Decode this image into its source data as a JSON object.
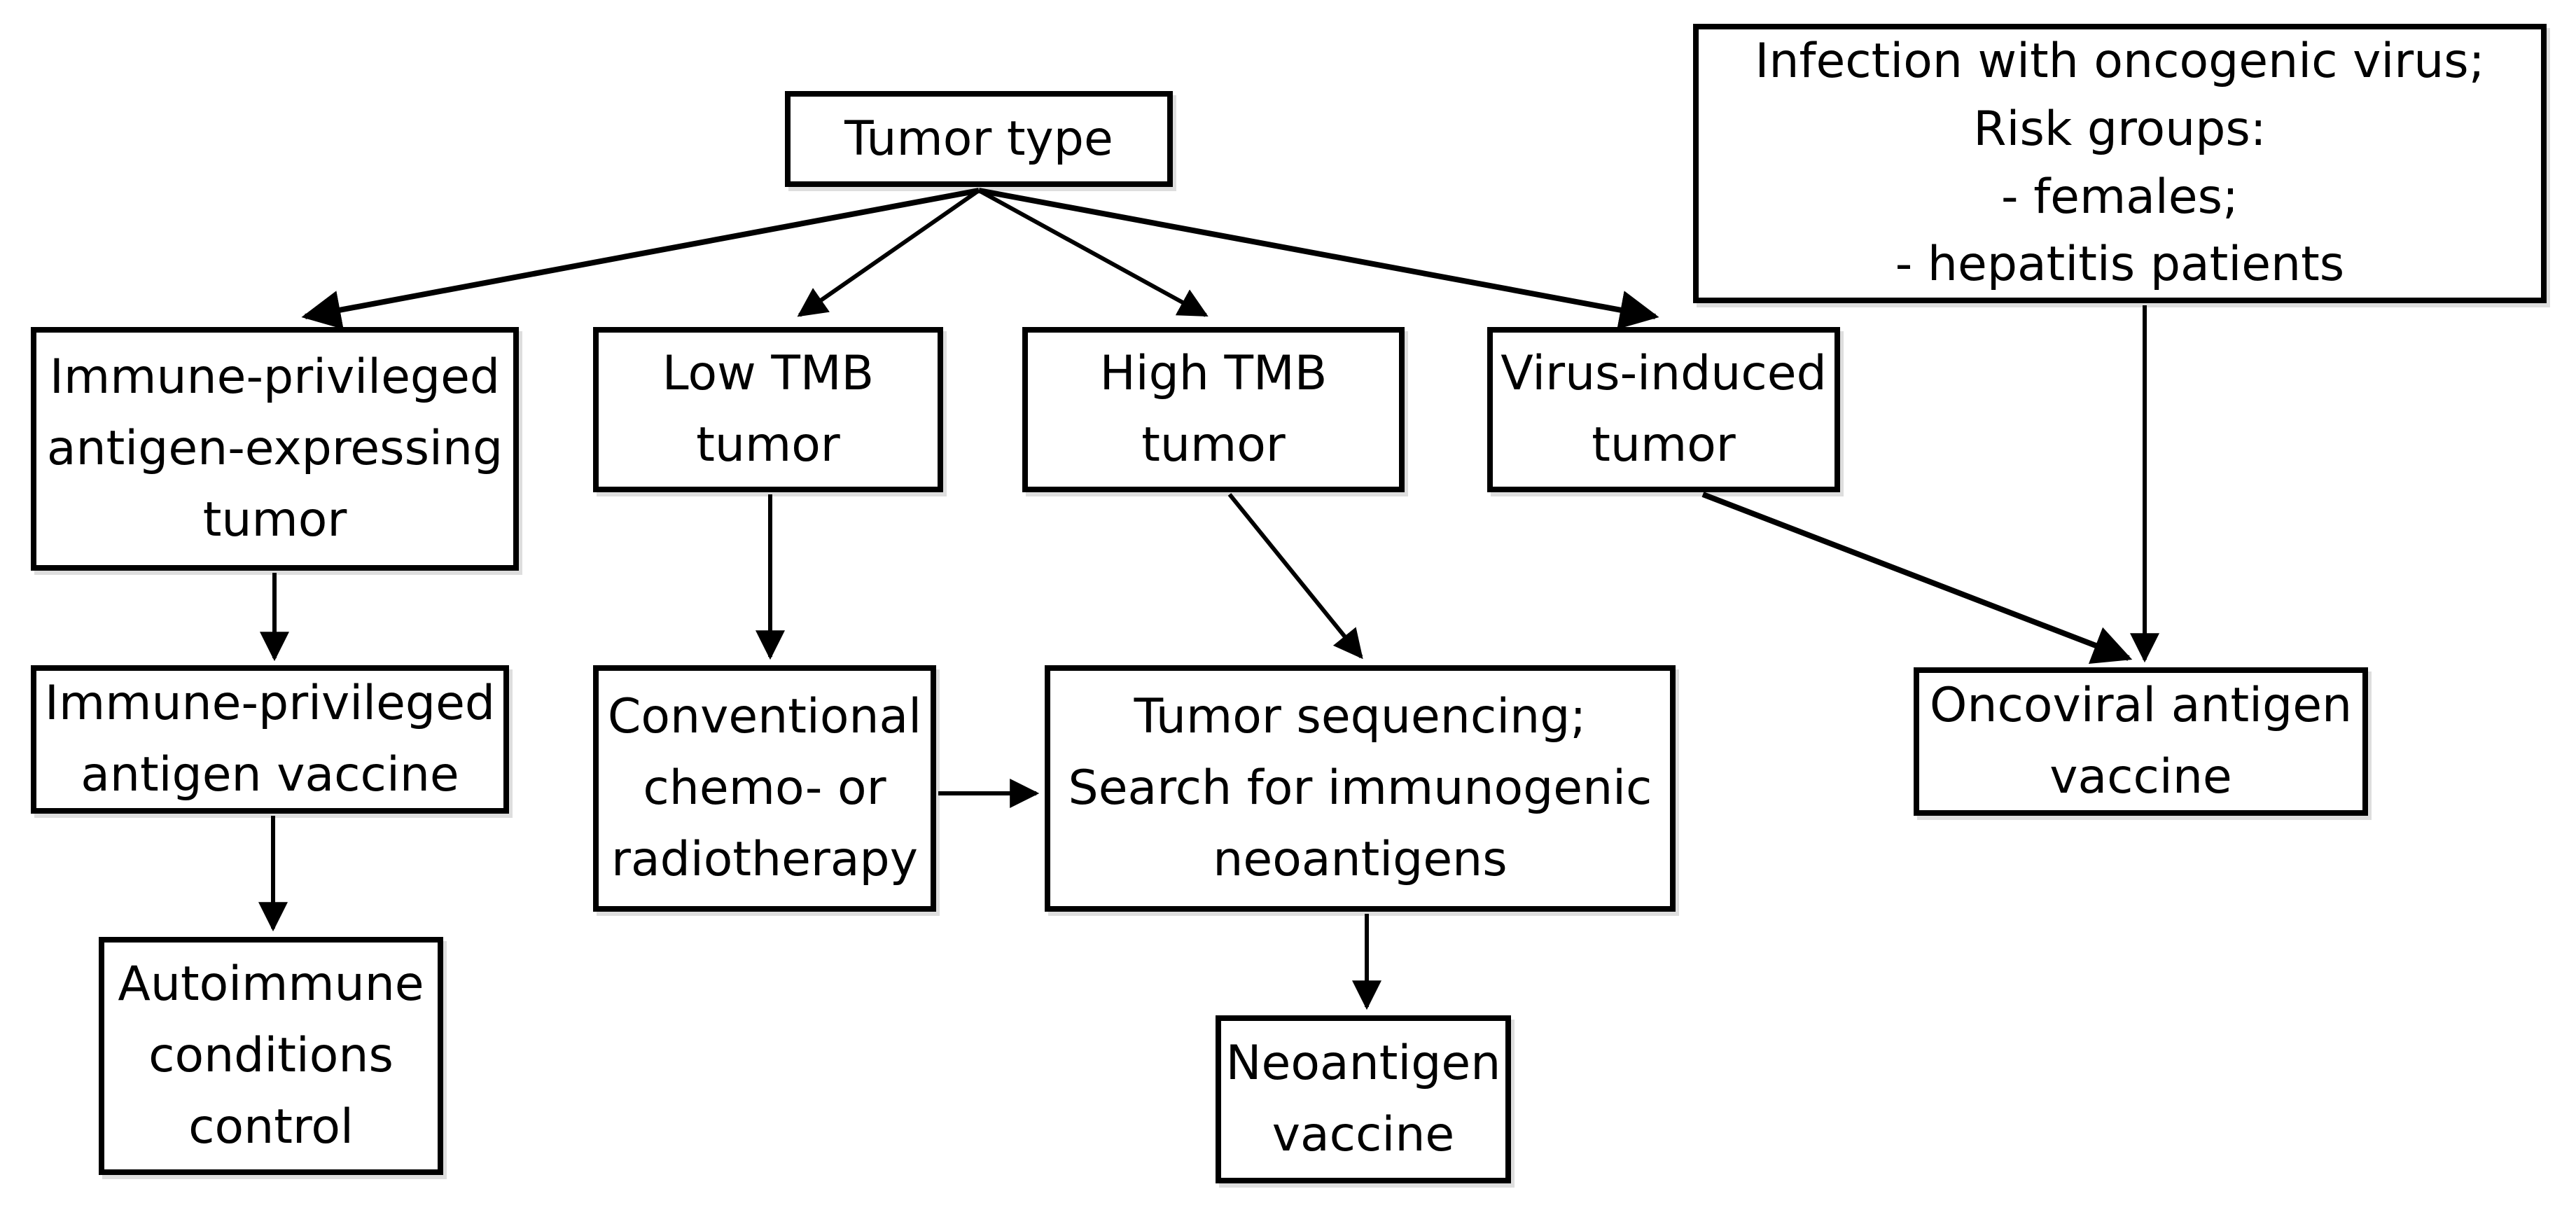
{
  "figure": {
    "type": "flowchart",
    "background_color": "#ffffff",
    "box_border_color": "#000000",
    "text_color": "#000000",
    "arrow_color": "#000000"
  },
  "nodes": {
    "tumor_type": {
      "label": "Tumor type"
    },
    "infection_risk": {
      "label": "Infection with oncogenic virus;\nRisk groups:\n- females;\n- hepatitis patients"
    },
    "immune_privileged_tumor": {
      "label": "Immune-privileged\nantigen-expressing\ntumor"
    },
    "low_tmb_tumor": {
      "label": "Low TMB\ntumor"
    },
    "high_tmb_tumor": {
      "label": "High TMB\ntumor"
    },
    "virus_induced_tumor": {
      "label": "Virus-induced\ntumor"
    },
    "immune_privileged_vaccine": {
      "label": "Immune-privileged\nantigen vaccine"
    },
    "conventional_therapy": {
      "label": "Conventional\nchemo- or\nradiotherapy"
    },
    "tumor_sequencing": {
      "label": "Tumor sequencing;\nSearch for immunogenic\nneoantigens"
    },
    "oncoviral_vaccine": {
      "label": "Oncoviral antigen\nvaccine"
    },
    "autoimmune_control": {
      "label": "Autoimmune\nconditions\ncontrol"
    },
    "neoantigen_vaccine": {
      "label": "Neoantigen\nvaccine"
    }
  },
  "edges": [
    {
      "from": "tumor_type",
      "to": "immune_privileged_tumor"
    },
    {
      "from": "tumor_type",
      "to": "low_tmb_tumor"
    },
    {
      "from": "tumor_type",
      "to": "high_tmb_tumor"
    },
    {
      "from": "tumor_type",
      "to": "virus_induced_tumor"
    },
    {
      "from": "immune_privileged_tumor",
      "to": "immune_privileged_vaccine"
    },
    {
      "from": "immune_privileged_vaccine",
      "to": "autoimmune_control"
    },
    {
      "from": "low_tmb_tumor",
      "to": "conventional_therapy"
    },
    {
      "from": "conventional_therapy",
      "to": "tumor_sequencing"
    },
    {
      "from": "high_tmb_tumor",
      "to": "tumor_sequencing"
    },
    {
      "from": "tumor_sequencing",
      "to": "neoantigen_vaccine"
    },
    {
      "from": "virus_induced_tumor",
      "to": "oncoviral_vaccine"
    },
    {
      "from": "infection_risk",
      "to": "oncoviral_vaccine"
    }
  ]
}
